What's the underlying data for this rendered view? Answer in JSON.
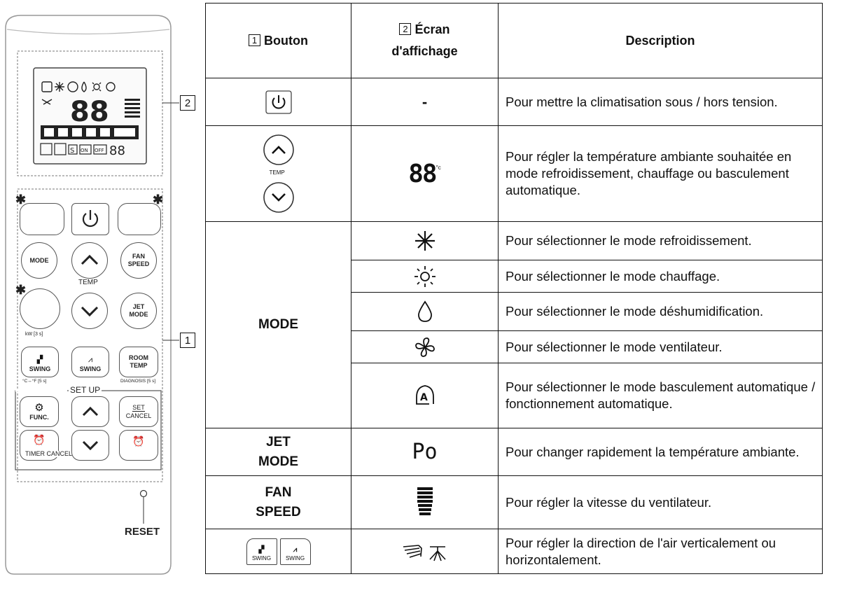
{
  "remote": {
    "callout_display": "2",
    "callout_buttons": "1",
    "reset_label": "RESET",
    "buttons": {
      "mode": "MODE",
      "fan_speed_1": "FAN",
      "fan_speed_2": "SPEED",
      "temp": "TEMP",
      "jet_mode_1": "JET",
      "jet_mode_2": "MODE",
      "kw": "kW [3 s]",
      "swing": "SWING",
      "room_temp_1": "ROOM",
      "room_temp_2": "TEMP",
      "unit_toggle": "°C↔°F [5 s]",
      "diagnosis": "DIAGNOSIS [5 s]",
      "set_up": "SET UP",
      "func": "FUNC.",
      "set_cancel_1": "SET",
      "set_cancel_2": "CANCEL",
      "timer_cancel": "TIMER CANCEL",
      "star": "✱"
    }
  },
  "table": {
    "headers": {
      "button_num": "1",
      "button": "Bouton",
      "display_num": "2",
      "display_1": "Écran",
      "display_2": "d'affichage",
      "description": "Description"
    },
    "rows": {
      "power": {
        "display": "-",
        "description": "Pour mettre la climatisation sous / hors tension."
      },
      "temp": {
        "button_label": "TEMP",
        "display_digits": "88",
        "display_unit": "°c",
        "description": "Pour régler la température ambiante souhaitée en mode refroidissement, chauffage ou basculement automatique."
      },
      "mode_label": "MODE",
      "mode_cool": "Pour sélectionner le mode refroidissement.",
      "mode_heat": "Pour sélectionner le mode chauffage.",
      "mode_dry": "Pour sélectionner le mode déshumidification.",
      "mode_fan": "Pour sélectionner le mode ventilateur.",
      "mode_auto": "Pour sélectionner le mode basculement automatique / fonctionnement automatique.",
      "jet_label_1": "JET",
      "jet_label_2": "MODE",
      "jet_display": "Po",
      "jet_desc": "Pour changer rapidement la température ambiante.",
      "fan_label_1": "FAN",
      "fan_label_2": "SPEED",
      "fan_desc": "Pour régler la vitesse du ventilateur.",
      "swing_label": "SWING",
      "swing_desc": "Pour régler la direction de l'air verticalement ou horizontalement."
    }
  }
}
